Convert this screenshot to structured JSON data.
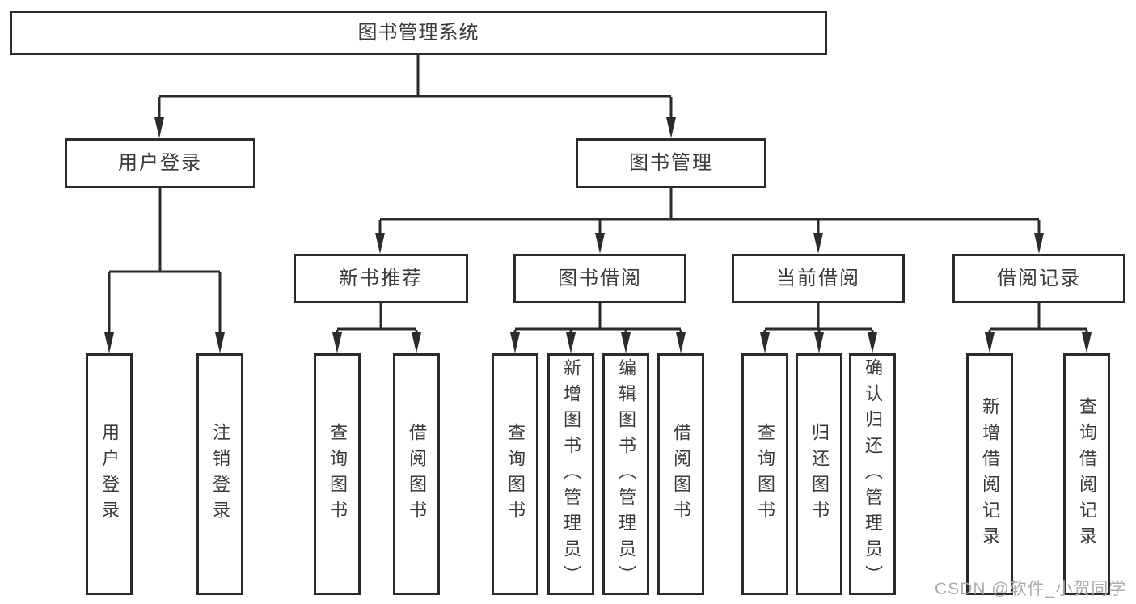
{
  "tree": {
    "root": {
      "label": "图书管理系统"
    },
    "branches": [
      {
        "label": "用户登录",
        "children": [
          {
            "label": "用户登录"
          },
          {
            "label": "注销登录"
          }
        ]
      },
      {
        "label": "图书管理",
        "children": [
          {
            "label": "新书推荐",
            "children": [
              {
                "label": "查询图书"
              },
              {
                "label": "借阅图书"
              }
            ]
          },
          {
            "label": "图书借阅",
            "children": [
              {
                "label": "查询图书"
              },
              {
                "label": "新增图书（管理员）"
              },
              {
                "label": "编辑图书（管理员）"
              },
              {
                "label": "借阅图书"
              }
            ]
          },
          {
            "label": "当前借阅",
            "children": [
              {
                "label": "查询图书"
              },
              {
                "label": "归还图书"
              },
              {
                "label": "确认归还（管理员）"
              }
            ]
          },
          {
            "label": "借阅记录",
            "children": [
              {
                "label": "新增借阅记录"
              },
              {
                "label": "查询借阅记录"
              }
            ]
          }
        ]
      }
    ]
  },
  "watermark": {
    "text": "CSDN @软件_小贺同学"
  },
  "colors": {
    "line": "#2b2b2b",
    "node_border": "#2b2b2b",
    "node_text": "#3a3a3a",
    "background": "#ffffff",
    "watermark": "#acacac"
  }
}
